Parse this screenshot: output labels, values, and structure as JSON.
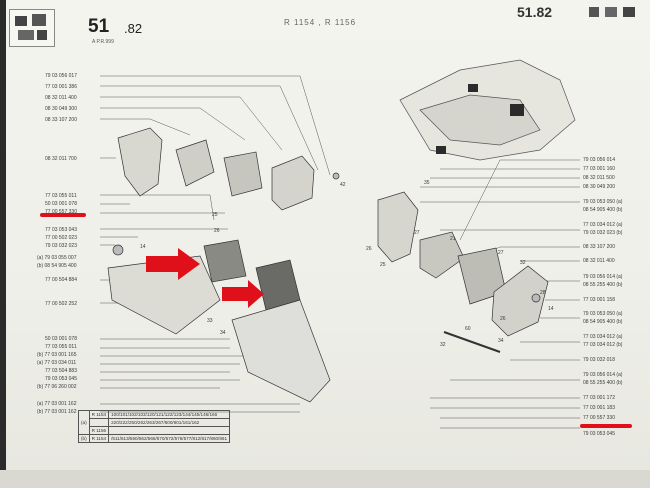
{
  "header": {
    "page_number": "51",
    "page_suffix": ".82",
    "page_sub": "A      P.R.999",
    "models": "R 1154 , R 1156",
    "right_fragment": "51.82"
  },
  "colors": {
    "highlight": "#e0101a",
    "ink": "#3a3a3a"
  },
  "left_labels": [
    "79 03 056 017",
    "77 03 001 386",
    "08 32 011 400",
    "08 30 049 300",
    "08 33 107 200",
    "08 32 011 700",
    "77 03 055 011",
    "50 03 001 078",
    "77 00 557 330",
    "77 03 053 043",
    "77 00 502 023",
    "79 03 032 023",
    "(a) 79 03 055 007",
    "(b) 08 54 905 400",
    "77 00 504 884",
    "77 00 502 252",
    "50 03 001 078",
    "77 03 055 011",
    "(b) 77 03 001 165",
    "(a) 77 03 034 011",
    "77 03 504 883",
    "79 03 053 045",
    "(b) 77 06 260 002",
    "(a) 77 03 001 162",
    "(b) 77 03 001 162"
  ],
  "right_labels": [
    "79 03 056 014",
    "77 03 001 160",
    "08 32 011 500",
    "08 30 049 200",
    "79 03 053 050 (a)",
    "08 54 905 400 (b)",
    "77 03 034 012 (a)",
    "79 03 032 023 (b)",
    "08 33 107 200",
    "08 32 011 400",
    "79 03 056 014 (a)",
    "08 55 255 400 (b)",
    "77 03 001 158",
    "79 03 053 050 (a)",
    "08 54 905 400 (b)",
    "77 03 034 012 (a)",
    "77 03 034 012 (b)",
    "79 03 032 018",
    "79 03 056 014 (a)",
    "08 55 255 400 (b)",
    "77 03 001 172",
    "77 03 001 183",
    "77 00 557 330",
    "79 03 053 045"
  ],
  "callouts": [
    "42",
    "25",
    "26",
    "14",
    "33",
    "34",
    "35",
    "26",
    "25",
    "27",
    "21",
    "27",
    "32",
    "28",
    "60",
    "26",
    "32",
    "34",
    "14"
  ],
  "legend": {
    "row_a_label": "(a)",
    "row_a_model1": "R 1154",
    "row_a_values1": "100/101/102/103/120/121/122/123/144/145/146/166",
    "row_a_values2": "220/222/250/262/263/267/600/601/161/162",
    "row_a_model2": "R 1156",
    "row_b_label": "(b)",
    "row_b_model": "R 1154",
    "row_b_values": "/511/513/560/562/566/570/572/576/577/812/817/860/861"
  }
}
